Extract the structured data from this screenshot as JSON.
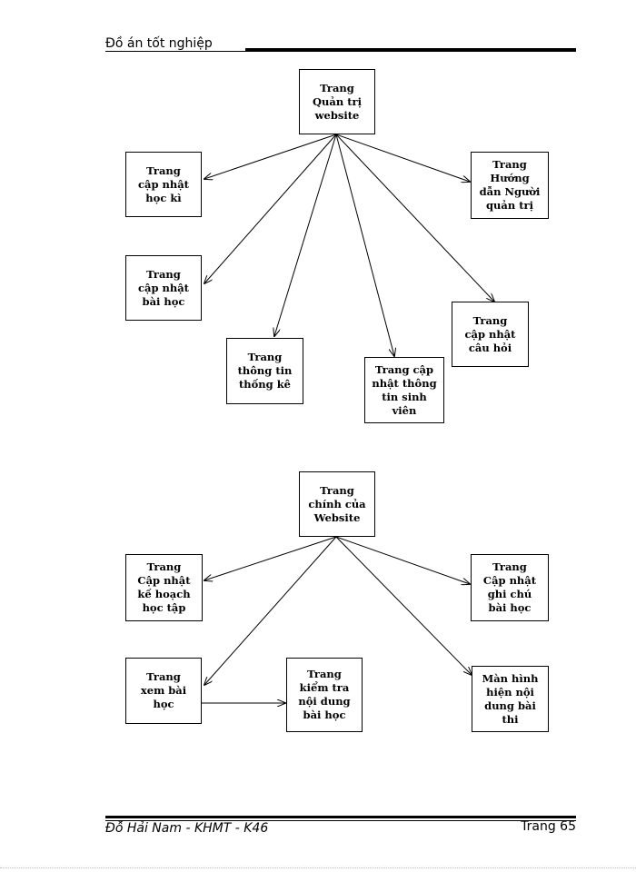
{
  "header": {
    "title": "Đồ án tốt nghiệp"
  },
  "footer": {
    "author": "Đỗ Hải Nam - KHMT - K46",
    "page": "Trang 65"
  },
  "diagram1": {
    "root": "Trang\nQuản trị\nwebsite",
    "n1": "Trang\ncập nhật\nhọc kì",
    "n2": "Trang\ncập nhật\nbài học",
    "n3": "Trang\nthông tin\nthống kê",
    "n4": "Trang cập\nnhật thông\ntin sinh\nviên",
    "n5": "Trang\ncập nhật\ncâu hỏi",
    "n6": "Trang\nHướng\ndẫn Người\nquản trị"
  },
  "diagram2": {
    "root": "Trang\nchính của\nWebsite",
    "n1": "Trang\nCập nhật\nkế hoạch\nhọc tập",
    "n2": "Trang\nxem bài\nhọc",
    "n3": "Trang\nkiểm tra\nnội dung\nbài học",
    "n4": "Màn hình\nhiện nội\ndung bài\nthi",
    "n5": "Trang\nCập nhật\nghi chú\nbài học"
  }
}
